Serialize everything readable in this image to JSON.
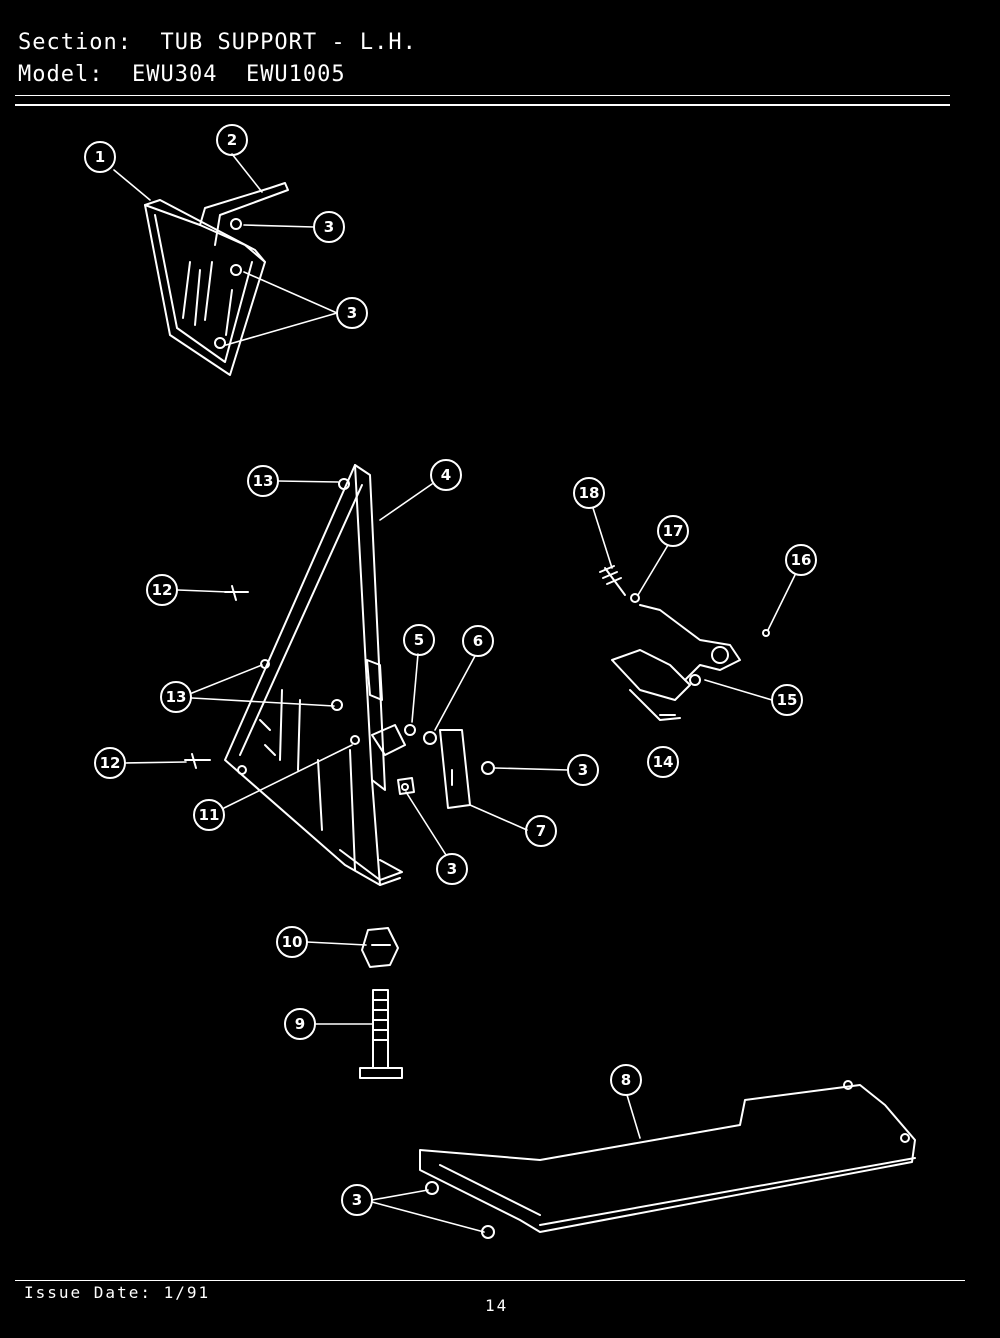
{
  "header": {
    "section_label": "Section:",
    "section_value": "TUB SUPPORT - L.H.",
    "model_label": "Model:",
    "model_value": "EWU304  EWU1005"
  },
  "footer": {
    "issue_date": "Issue Date: 1/91",
    "page_number": "14"
  },
  "callouts": {
    "c1": "1",
    "c2": "2",
    "c3a": "3",
    "c3b": "3",
    "c13a": "13",
    "c4": "4",
    "c18": "18",
    "c17": "17",
    "c16": "16",
    "c12a": "12",
    "c5": "5",
    "c6": "6",
    "c13b": "13",
    "c15": "15",
    "c12b": "12",
    "c3c": "3",
    "c14": "14",
    "c11": "11",
    "c7": "7",
    "c3d": "3",
    "c10": "10",
    "c9": "9",
    "c8": "8",
    "c3e": "3"
  }
}
